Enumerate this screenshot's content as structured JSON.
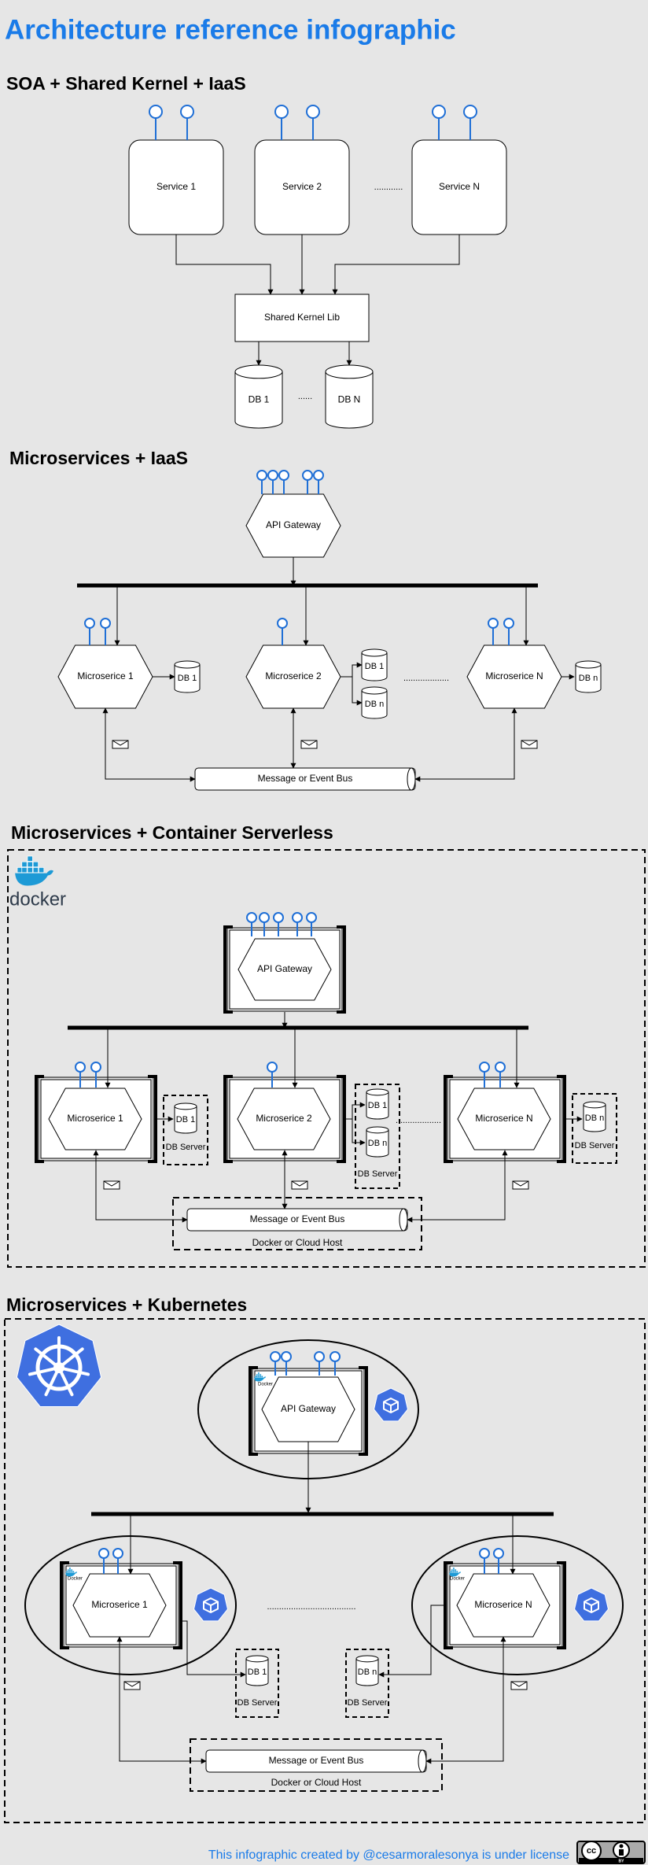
{
  "title": "Architecture reference infographic",
  "colors": {
    "accent": "#1a7be8",
    "port": "#1f6fd6",
    "kube": "#3f6fe0",
    "docker": "#1d9ad6"
  },
  "sections": {
    "soa": {
      "heading": "SOA + Shared Kernel + IaaS",
      "services": [
        "Service 1",
        "Service 2",
        "Service N"
      ],
      "ellipsis": "............",
      "kernel": "Shared Kernel Lib",
      "dbs": [
        "DB 1",
        "DB N"
      ],
      "db_ellipsis": "......"
    },
    "iaas": {
      "heading": "Microservices + IaaS",
      "gateway": "API Gateway",
      "services": [
        "Microserice 1",
        "Microserice 2",
        "Microserice N"
      ],
      "dbs": [
        "DB 1",
        "DB 1",
        "DB n",
        "DB n"
      ],
      "ellipsis": "...................",
      "bus": "Message or Event Bus"
    },
    "container": {
      "heading": "Microservices + Container Serverless",
      "docker_label": "docker",
      "gateway": "API Gateway",
      "services": [
        "Microserice 1",
        "Microserice 2",
        "Microserice N"
      ],
      "dbs": [
        "DB 1",
        "DB 1",
        "DB n",
        "DB n"
      ],
      "db_server": "DB Server",
      "ellipsis": "...................",
      "bus": "Message or Event Bus",
      "host": "Docker or Cloud Host"
    },
    "kubernetes": {
      "heading": "Microservices + Kubernetes",
      "gateway": "API Gateway",
      "services": [
        "Microserice 1",
        "Microserice N"
      ],
      "dbs": [
        "DB 1",
        "DB n"
      ],
      "db_server": "DB Server",
      "ellipsis": ".....................................",
      "docker_small": "Docker",
      "bus": "Message or Event Bus",
      "host": "Docker or Cloud Host"
    }
  },
  "footer": {
    "credit": "This infographic created by @cesarmoralesonya is under license",
    "badge_cc": "cc",
    "badge_by": "BY"
  }
}
